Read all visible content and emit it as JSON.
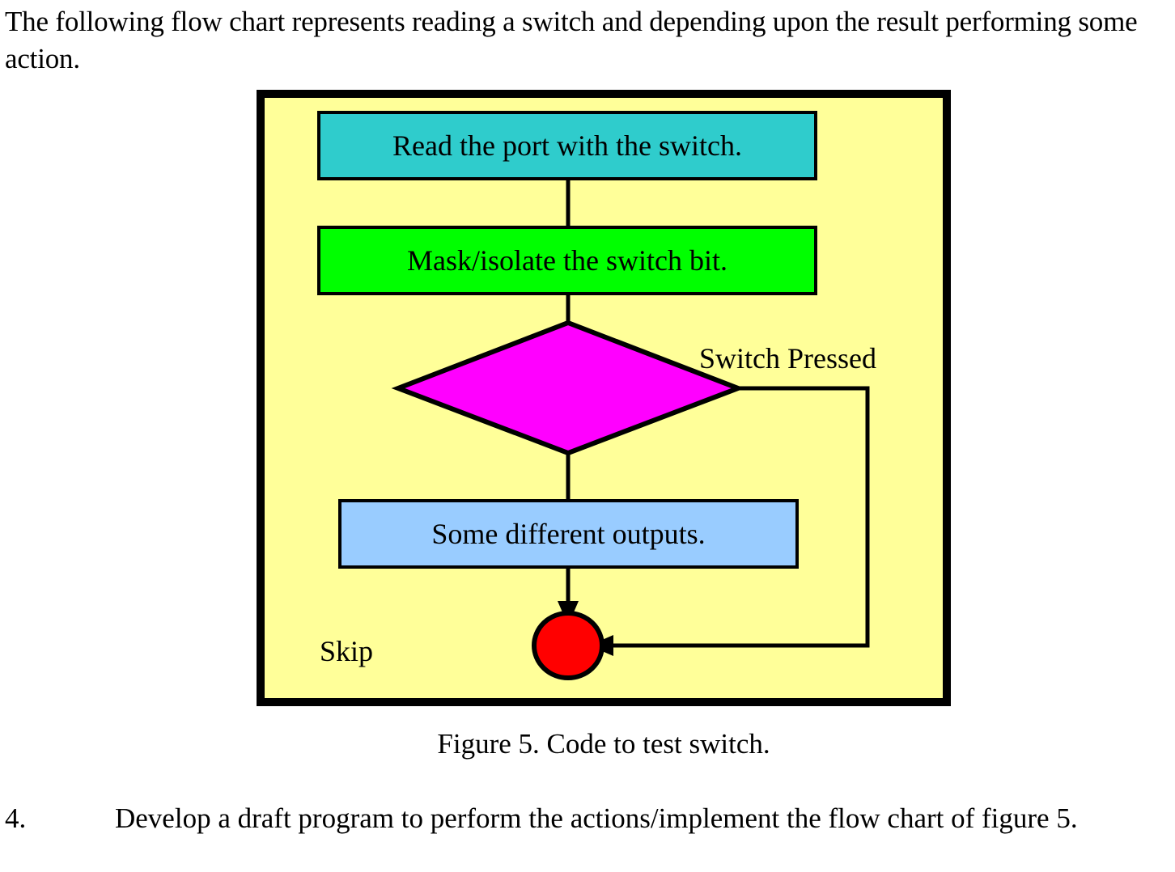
{
  "document": {
    "intro_paragraph": "The following flow chart represents reading a switch and depending upon the result performing some action.",
    "figure_caption": "Figure 5. Code to test switch.",
    "task": {
      "number": "4.",
      "text": "Develop a draft program to perform the actions/implement the flow chart of figure 5."
    }
  },
  "chart_data": {
    "type": "diagram",
    "diagram_kind": "flowchart",
    "title": "Figure 5. Code to test switch.",
    "background_color": "#FFFF99",
    "frame_color": "#000000",
    "nodes": [
      {
        "id": "read-port",
        "shape": "rectangle",
        "label": "Read the port with the switch.",
        "fill": "#2FCCCC",
        "stroke": "#000000"
      },
      {
        "id": "mask-bit",
        "shape": "rectangle",
        "label": "Mask/isolate the switch bit.",
        "fill": "#00FF00",
        "stroke": "#000000"
      },
      {
        "id": "decision",
        "shape": "diamond",
        "label": "",
        "fill": "#FF00FF",
        "stroke": "#000000"
      },
      {
        "id": "outputs",
        "shape": "rectangle",
        "label": "Some different outputs.",
        "fill": "#99CCFF",
        "stroke": "#000000"
      },
      {
        "id": "terminator",
        "shape": "circle",
        "label": "",
        "fill": "#FF0000",
        "stroke": "#000000"
      }
    ],
    "edges": [
      {
        "from": "read-port",
        "to": "mask-bit",
        "label": "",
        "arrow": false
      },
      {
        "from": "mask-bit",
        "to": "decision",
        "label": "",
        "arrow": false
      },
      {
        "from": "decision",
        "to": "outputs",
        "label": "",
        "arrow": false
      },
      {
        "from": "outputs",
        "to": "terminator",
        "label": "",
        "arrow": true
      },
      {
        "from": "decision",
        "to": "terminator",
        "label": "Switch Pressed",
        "arrow": true
      }
    ],
    "annotations": [
      {
        "id": "skip-label",
        "text": "Skip"
      },
      {
        "id": "switch-pressed-label",
        "text": "Switch Pressed"
      }
    ]
  },
  "flowchart": {
    "read_port": "Read the port with the switch.",
    "mask_bit": "Mask/isolate the switch bit.",
    "outputs": "Some different outputs.",
    "switch_pressed_label": "Switch Pressed",
    "skip_label": "Skip"
  }
}
